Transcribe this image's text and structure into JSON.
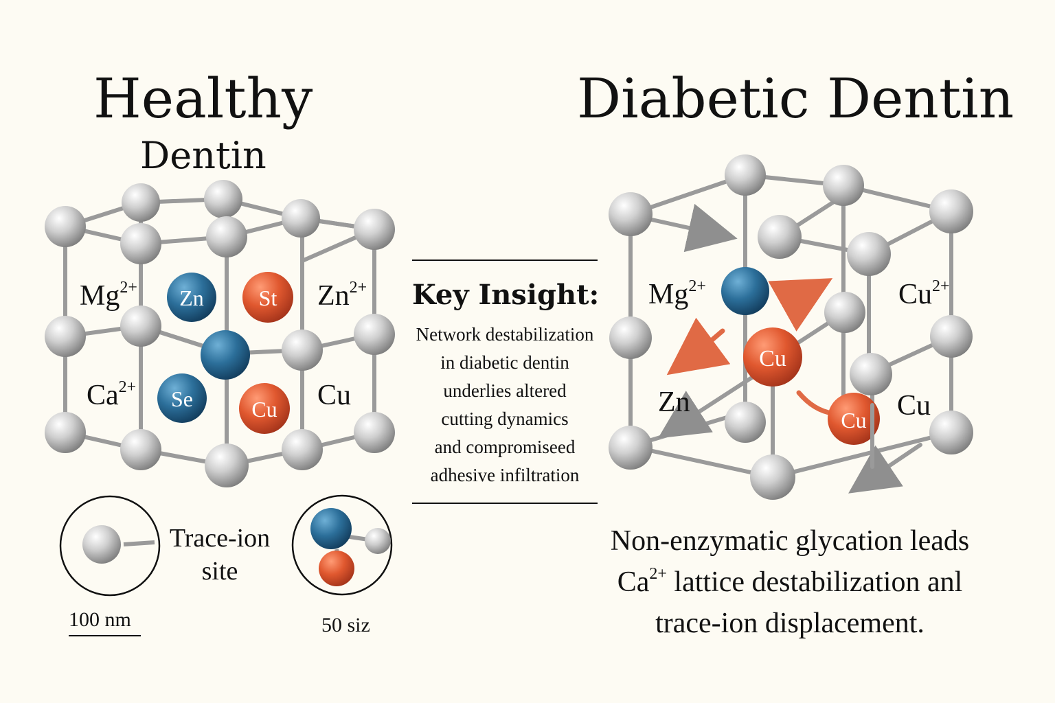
{
  "healthy": {
    "title_line1": "Healthy",
    "title_line2": "Dentin",
    "ions": [
      {
        "symbol": "Mg",
        "charge": "2+"
      },
      {
        "symbol": "Zn",
        "charge": "2+"
      },
      {
        "symbol": "Ca",
        "charge": "2+"
      },
      {
        "symbol": "Cu",
        "charge": ""
      }
    ],
    "atoms": {
      "zn": "Zn",
      "st": "St",
      "se": "Se",
      "cu": "Cu"
    }
  },
  "diabetic": {
    "title": "Diabetic Dentin",
    "ions": [
      {
        "symbol": "Mg",
        "charge": "2+"
      },
      {
        "symbol": "Cu",
        "charge": "2+"
      },
      {
        "symbol": "Zn",
        "charge": ""
      },
      {
        "symbol": "Cu",
        "charge": ""
      }
    ],
    "atoms": {
      "cu_center": "Cu",
      "cu_lower": "Cu"
    }
  },
  "key_insight": {
    "heading": "Key Insight:",
    "lines": [
      "Network destabilization",
      "in diabetic dentin",
      "underlies altered",
      "cutting dynamics",
      "and compromiseed",
      "adhesive infiltration"
    ]
  },
  "caption": {
    "line1": "Non-enzymatic glycation leads",
    "line2_prefix": "Ca",
    "line2_charge": "2+",
    "line2_rest": " lattice destabilization anl",
    "line3": "trace-ion displacement."
  },
  "legend": {
    "trace_line1": "Trace-ion",
    "trace_line2": "site",
    "scale_1": "100 nm",
    "scale_2": "50 siz"
  },
  "colors": {
    "background": "#fdfbf3",
    "blue_atom": "#2c6f9a",
    "orange_atom": "#e0582f",
    "gray_atom": "#c8c8c8",
    "bond": "#8f8f8f",
    "arrow_orange": "#e06a45"
  }
}
